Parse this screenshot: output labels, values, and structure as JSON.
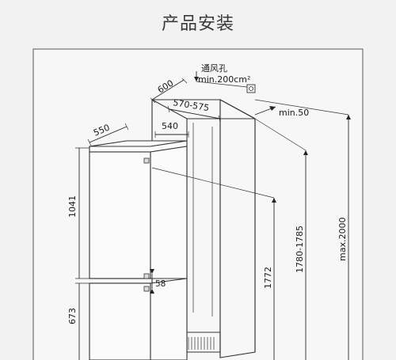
{
  "title": "产品安装",
  "vent": {
    "label": "通风孔",
    "min_area": "min.200cm²"
  },
  "dimensions": {
    "cabinet_depth": "600",
    "cabinet_inner_width": "570-575",
    "top_gap": "min.50",
    "appliance_depth": "550",
    "appliance_width": "540",
    "upper_door": "1041",
    "lower_door": "673",
    "door_gap": "58",
    "appliance_height": "1772",
    "niche_height": "1780-1785",
    "max_height": "max.2000"
  },
  "colors": {
    "background": "#f2f2f2",
    "line": "#2a2a2a",
    "text": "#1a1a1a"
  }
}
